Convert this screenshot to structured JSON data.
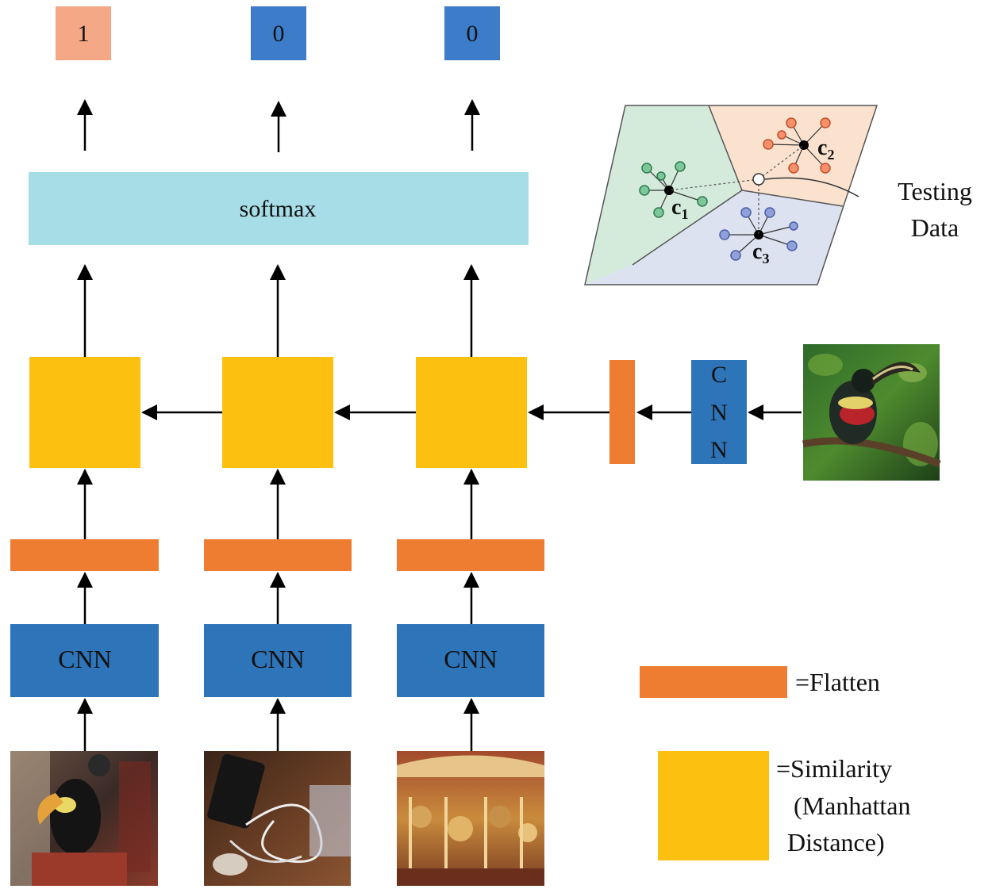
{
  "outputs": [
    {
      "value": "1",
      "color": "#f4a885"
    },
    {
      "value": "0",
      "color": "#3d7cc9"
    },
    {
      "value": "0",
      "color": "#3d7cc9"
    }
  ],
  "softmax_label": "softmax",
  "cnn_label": "CNN",
  "query_cnn_letters": [
    "C",
    "N",
    "N"
  ],
  "prototype_plot": {
    "centroids": [
      "c1",
      "c2",
      "c3"
    ],
    "centroid_main": "c",
    "centroid_subs": [
      "1",
      "2",
      "3"
    ],
    "testing_label_line1": "Testing",
    "testing_label_line2": "Data"
  },
  "legend": {
    "flatten_label": "=Flatten",
    "similarity_line1": "=Similarity",
    "similarity_line2": "(Manhattan",
    "similarity_line3": "Distance)"
  },
  "colors": {
    "similarity": "#fcc010",
    "flatten": "#ee7d32",
    "cnn": "#2e74b8",
    "softmax": "#a6dde6",
    "output_positive": "#f4a885",
    "output_negative": "#3d7cc9",
    "region_green": "#d4ebdc",
    "region_orange": "#fbe2cf",
    "region_blue": "#dde2f0"
  },
  "images": [
    {
      "subject": "toucan"
    },
    {
      "subject": "phone-cable"
    },
    {
      "subject": "carousel"
    },
    {
      "subject": "query-bird"
    }
  ]
}
